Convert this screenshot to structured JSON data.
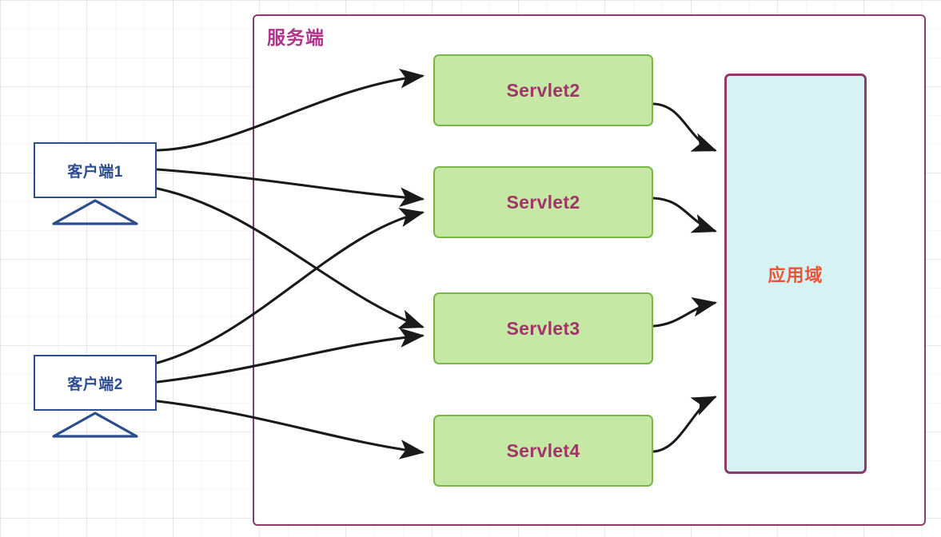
{
  "diagram": {
    "title_text": "服务端",
    "colors": {
      "server_border": "#8e3a6b",
      "server_title": "#b0338a",
      "client_border": "#2c4d8e",
      "client_text": "#2c4d8e",
      "servlet_fill": "#c5e8a4",
      "servlet_border": "#7ab648",
      "servlet_text": "#a13468",
      "appdomain_fill": "#d6f2f2",
      "appdomain_border": "#8e3a6b",
      "appdomain_text": "#e8553a",
      "edge": "#1a1a1a",
      "background": "#ffffff"
    },
    "clients": [
      {
        "id": "client-1",
        "label": "客户端1"
      },
      {
        "id": "client-2",
        "label": "客户端2"
      }
    ],
    "servlets": [
      {
        "id": "servlet-1",
        "label": "Servlet2"
      },
      {
        "id": "servlet-2",
        "label": "Servlet2"
      },
      {
        "id": "servlet-3",
        "label": "Servlet3"
      },
      {
        "id": "servlet-4",
        "label": "Servlet4"
      }
    ],
    "app_domain": {
      "id": "app-domain",
      "label": "应用域"
    },
    "edges": [
      {
        "from": "client-1",
        "to": "servlet-1"
      },
      {
        "from": "client-1",
        "to": "servlet-2"
      },
      {
        "from": "client-1",
        "to": "servlet-3"
      },
      {
        "from": "client-2",
        "to": "servlet-2"
      },
      {
        "from": "client-2",
        "to": "servlet-3"
      },
      {
        "from": "client-2",
        "to": "servlet-4"
      },
      {
        "from": "servlet-1",
        "to": "app-domain"
      },
      {
        "from": "servlet-2",
        "to": "app-domain"
      },
      {
        "from": "servlet-3",
        "to": "app-domain"
      },
      {
        "from": "servlet-4",
        "to": "app-domain"
      }
    ]
  }
}
